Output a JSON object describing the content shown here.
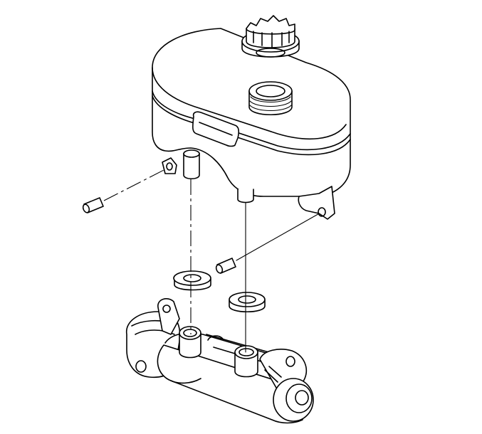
{
  "diagram": {
    "colors": {
      "line": "#000000",
      "background": "#ffffff"
    },
    "parts": [
      "reservoir-cap",
      "brake-fluid-reservoir",
      "reservoir-retaining-pin",
      "reservoir-retaining-pin",
      "reservoir-grommet",
      "reservoir-grommet",
      "master-cylinder-body"
    ]
  }
}
